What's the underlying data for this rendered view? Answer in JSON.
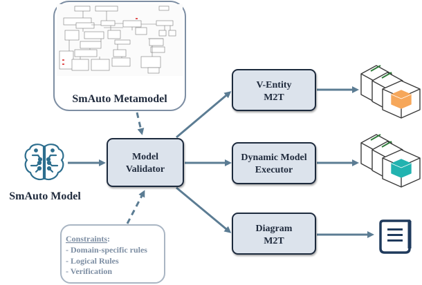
{
  "metamodel": {
    "caption": "SmAuto Metamodel"
  },
  "model": {
    "caption": "SmAuto Model"
  },
  "validator": {
    "line1": "Model",
    "line2": "Validator"
  },
  "ventity": {
    "line1": "V-Entity",
    "line2": "M2T"
  },
  "executor": {
    "line1": "Dynamic Model",
    "line2": "Executor"
  },
  "diagram": {
    "line1": "Diagram",
    "line2": "M2T"
  },
  "constraints": {
    "title": "Constraints",
    "colon": ":",
    "items": [
      "- Domain-specific rules",
      "- Logical Rules",
      "- Verification"
    ]
  },
  "icons": {
    "brain": "brain-circuit-icon",
    "ventity_output": "stacked-cubes-orange-icon",
    "executor_output": "stacked-cubes-teal-icon",
    "diagram_output": "document-icon"
  },
  "colors": {
    "box_fill": "#dce3ec",
    "box_stroke": "#1f2a3c",
    "arrow": "#5b7c93",
    "brain": "#2d6e8e",
    "cube_orange": "#f6a75a",
    "cube_teal": "#22b3b0",
    "cube_green": "#2f7a3a",
    "document": "#1f3a5c"
  }
}
